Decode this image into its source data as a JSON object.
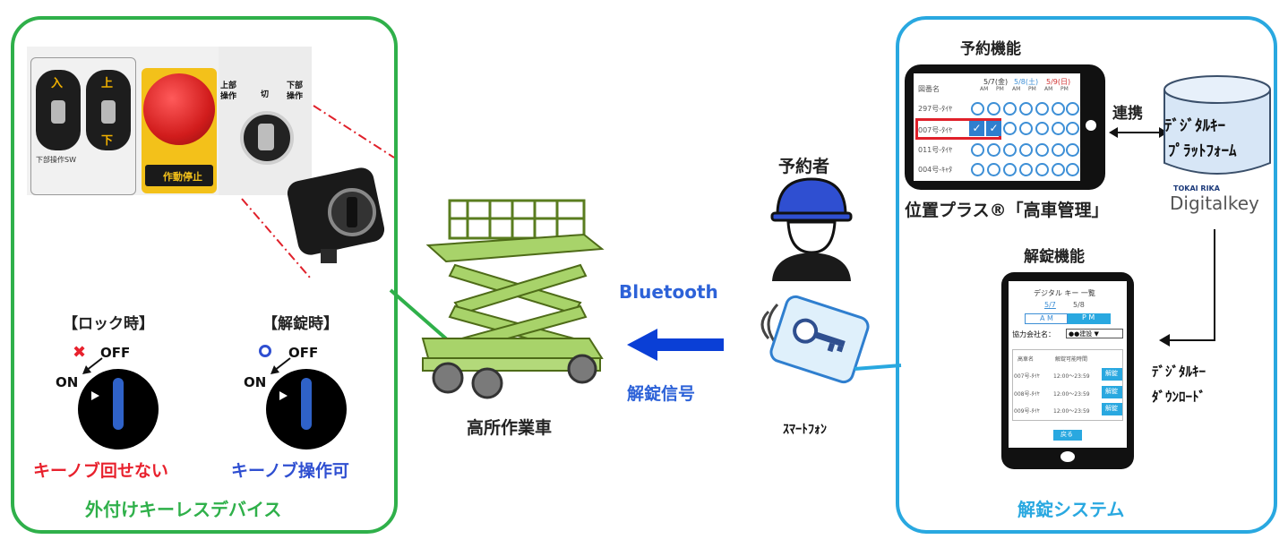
{
  "left_panel": {
    "caption": "外付けキーレスデバイス",
    "photo": {
      "switch1_label": "入",
      "switch2_label": "上",
      "switch2_lower": "下",
      "switch_caption": "下部操作SW",
      "stop_label": "作動停止",
      "dial_upper": "上部\n操作",
      "dial_cut": "切",
      "dial_lower": "下部\n操作"
    },
    "lock_state": {
      "title": "【ロック時】",
      "off": "OFF",
      "on": "ON",
      "mark": "✖",
      "caption": "キーノブ回せない"
    },
    "unlock_state": {
      "title": "【解錠時】",
      "off": "OFF",
      "on": "ON",
      "caption": "キーノブ操作可"
    }
  },
  "center": {
    "bluetooth": "Bluetooth",
    "signal": "解錠信号",
    "lift_caption": "高所作業車",
    "person_caption": "予約者",
    "phone_caption": "ｽﾏｰﾄﾌｫﾝ"
  },
  "right_panel": {
    "caption": "解錠システム",
    "reserve": {
      "title": "予約機能",
      "subtitle": "位置プラス®「高車管理」",
      "table_header": "図番名",
      "dates": [
        "5/7(金)",
        "5/8(土)",
        "5/9(日)"
      ],
      "ampm": [
        "AM",
        "PM",
        "AM",
        "PM",
        "AM",
        "PM"
      ],
      "rows": [
        "297号-ﾀｲﾔ",
        "007号-ﾀｲﾔ",
        "011号-ﾀｲﾔ",
        "004号-ｷｬﾀ"
      ]
    },
    "link": "連携",
    "platform": {
      "text_line1": "ﾃﾞｼﾞﾀﾙｷｰ",
      "text_line2": "ﾌﾟﾗｯﾄﾌｫｰﾑ",
      "brand_small": "TOKAI RIKA",
      "brand": "Digitalkey"
    },
    "download": {
      "line1": "ﾃﾞｼﾞﾀﾙｷｰ",
      "line2": "ﾀﾞｳﾝﾛｰﾄﾞ"
    },
    "unlock": {
      "title": "解錠機能",
      "screen_title": "デジタル キー 一覧",
      "tab1": "5/7",
      "tab2": "5/8",
      "am": "A M",
      "pm": "P M",
      "company_label": "協力会社名：",
      "company_value": "●●建設 ▼",
      "col1": "高車名",
      "col2": "解錠可能時間",
      "rows": [
        {
          "name": "007号-ﾀｲﾔ",
          "time": "12:00〜23:59",
          "btn": "解錠"
        },
        {
          "name": "008号-ﾀｲﾔ",
          "time": "12:00〜23:59",
          "btn": "解錠"
        },
        {
          "name": "009号-ﾀｲﾔ",
          "time": "12:00〜23:59",
          "btn": "解錠"
        }
      ],
      "back": "戻る"
    }
  },
  "colors": {
    "green": "#2fb04a",
    "blue_frame": "#29a8e0",
    "arrow_blue": "#0a3fd6",
    "bluetooth_text": "#2d62d8",
    "lock_red": "#e8212d",
    "unlock_blue": "#2f4fd1",
    "lift_green": "#a8d36a"
  }
}
